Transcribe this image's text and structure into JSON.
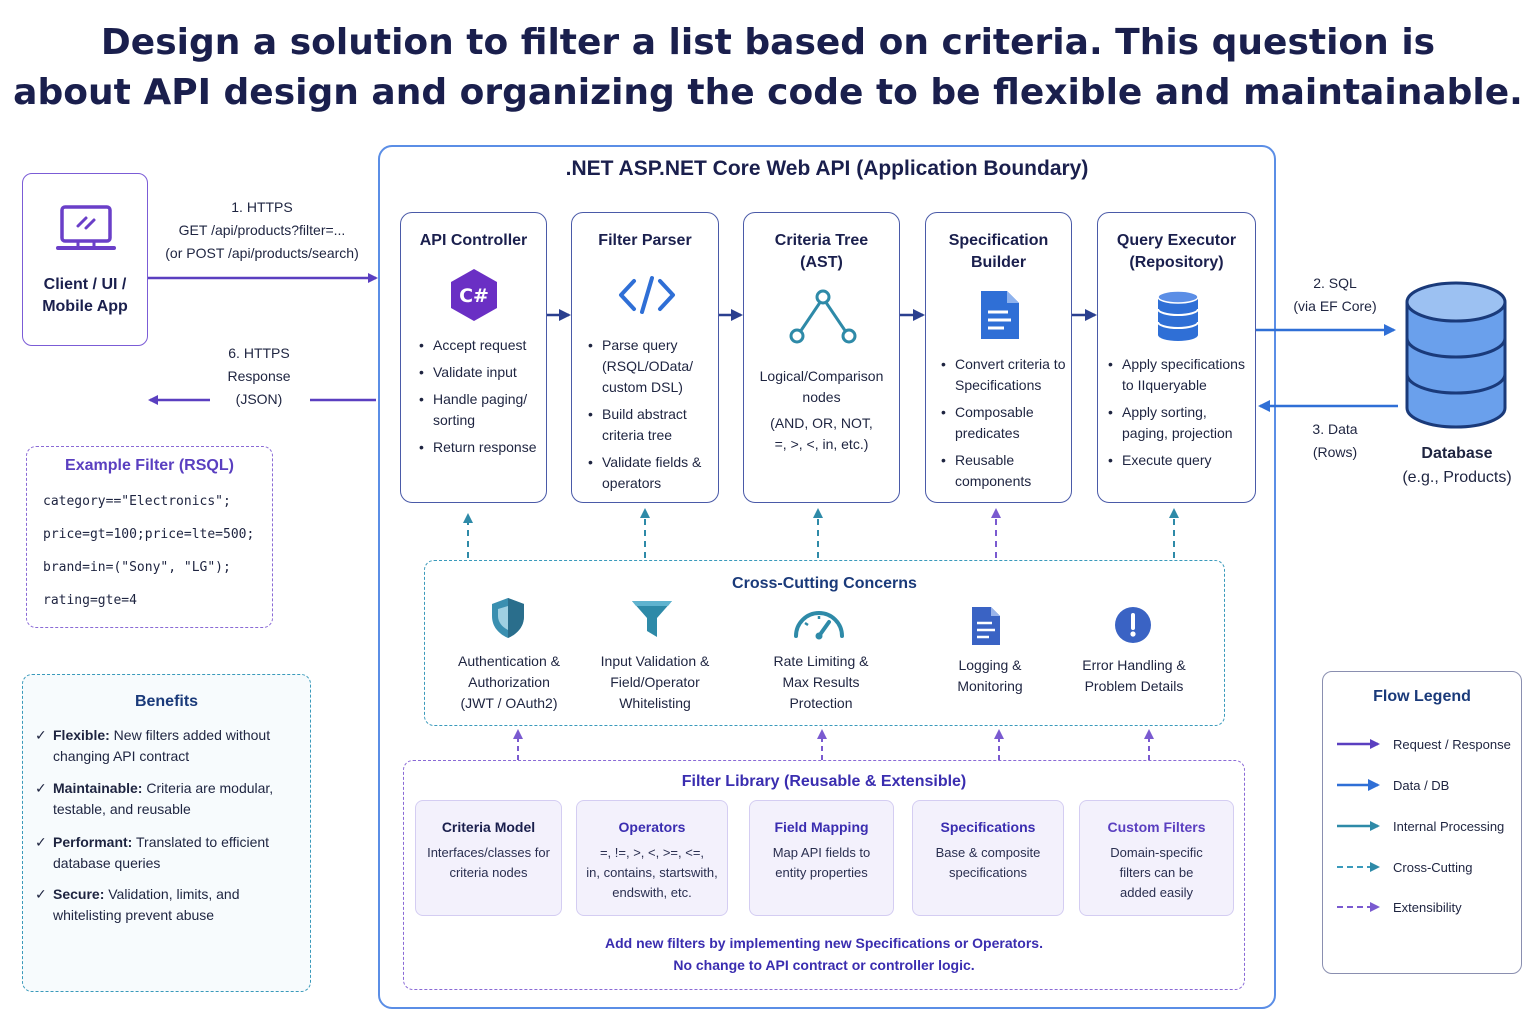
{
  "title_line1": "Design a solution to filter a list based on criteria. This question is",
  "title_line2": "about API design and organizing the code to be flexible and maintainable.",
  "boundary_title": ".NET ASP.NET Core Web API (Application Boundary)",
  "client": {
    "line1": "Client / UI /",
    "line2": "Mobile App",
    "icon": "laptop-icon"
  },
  "request_arrow": {
    "line1": "1. HTTPS",
    "line2": "GET /api/products?filter=...",
    "line3": "(or POST /api/products/search)"
  },
  "response_arrow": {
    "line1": "6. HTTPS",
    "line2": "Response",
    "line3": "(JSON)"
  },
  "sql_arrow": {
    "line1": "2. SQL",
    "line2": "(via EF Core)"
  },
  "data_arrow": {
    "line1": "3. Data",
    "line2": "(Rows)"
  },
  "database": {
    "line1": "Database",
    "line2": "(e.g., Products)",
    "icon": "database-icon"
  },
  "components": [
    {
      "title": "API Controller",
      "icon": "csharp-icon",
      "icon_text": "C#",
      "bullets": [
        "Accept request",
        "Validate input",
        "Handle paging/ sorting",
        "Return response"
      ]
    },
    {
      "title": "Filter Parser",
      "icon": "code-icon",
      "bullets": [
        "Parse query (RSQL/OData/ custom DSL)",
        "Build abstract criteria tree",
        "Validate fields & operators"
      ]
    },
    {
      "title_line1": "Criteria Tree",
      "title_line2": "(AST)",
      "icon": "tree-icon",
      "desc_line1": "Logical/Comparison",
      "desc_line2": "nodes",
      "desc_line3": "(AND, OR, NOT,",
      "desc_line4": "=, >, <, in, etc.)"
    },
    {
      "title_line1": "Specification",
      "title_line2": "Builder",
      "icon": "document-icon",
      "bullets": [
        "Convert criteria to Specifications",
        "Composable predicates",
        "Reusable components"
      ]
    },
    {
      "title_line1": "Query Executor",
      "title_line2": "(Repository)",
      "icon": "database-icon",
      "bullets": [
        "Apply specifications to IIqueryable",
        "Apply sorting, paging, projection",
        "Execute query"
      ]
    }
  ],
  "example_filter": {
    "title": "Example Filter (RSQL)",
    "lines": [
      "category==\"Electronics\";",
      "price=gt=100;price=lte=500;",
      "brand=in=(\"Sony\", \"LG\");",
      "rating=gte=4"
    ]
  },
  "benefits": {
    "title": "Benefits",
    "check": "✓",
    "items": [
      {
        "label": "Flexible:",
        "text": " New filters added without changing API contract"
      },
      {
        "label": "Maintainable:",
        "text": " Criteria are modular, testable, and reusable"
      },
      {
        "label": "Performant:",
        "text": " Translated to efficient database queries"
      },
      {
        "label": "Secure:",
        "text": " Validation, limits, and whitelisting prevent abuse"
      }
    ]
  },
  "cross_cutting": {
    "title": "Cross-Cutting Concerns",
    "items": [
      {
        "icon": "shield-icon",
        "lines": [
          "Authentication &",
          "Authorization",
          "(JWT / OAuth2)"
        ]
      },
      {
        "icon": "funnel-icon",
        "lines": [
          "Input Validation &",
          "Field/Operator",
          "Whitelisting"
        ]
      },
      {
        "icon": "gauge-icon",
        "lines": [
          "Rate Limiting &",
          "Max Results",
          "Protection"
        ]
      },
      {
        "icon": "log-document-icon",
        "lines": [
          "Logging &",
          "Monitoring"
        ]
      },
      {
        "icon": "alert-icon",
        "lines": [
          "Error Handling &",
          "Problem Details"
        ]
      }
    ]
  },
  "filter_library": {
    "title": "Filter Library (Reusable & Extensible)",
    "cards": [
      {
        "title": "Criteria Model",
        "desc": [
          "Interfaces/classes for",
          "criteria nodes"
        ]
      },
      {
        "title": "Operators",
        "desc": [
          "=, !=, >, <, >=, <=,",
          "in, contains, startswith,",
          "endswith, etc."
        ]
      },
      {
        "title": "Field Mapping",
        "desc": [
          "Map API fields to",
          "entity properties"
        ]
      },
      {
        "title": "Specifications",
        "desc": [
          "Base & composite",
          "specifications"
        ]
      },
      {
        "title": "Custom Filters",
        "desc": [
          "Domain-specific",
          "filters can be",
          "added easily"
        ]
      }
    ],
    "footer_line1": "Add new filters by implementing new Specifications or Operators.",
    "footer_line2": "No change to API contract or controller logic."
  },
  "legend": {
    "title": "Flow Legend",
    "items": [
      {
        "label": "Request / Response",
        "color": "#5a3fc0",
        "style": "solid"
      },
      {
        "label": "Data / DB",
        "color": "#2f6fd6",
        "style": "solid"
      },
      {
        "label": "Internal Processing",
        "color": "#2e8aa8",
        "style": "solid"
      },
      {
        "label": "Cross-Cutting",
        "color": "#3a9abb",
        "style": "dashed"
      },
      {
        "label": "Extensibility",
        "color": "#7a5ad0",
        "style": "dashed"
      }
    ]
  },
  "colors": {
    "navy": "#1a1f4d",
    "purple": "#5a3fc0",
    "blue": "#2f6fd6",
    "teal": "#2e8aa8",
    "csharp": "#6a2fc4"
  }
}
